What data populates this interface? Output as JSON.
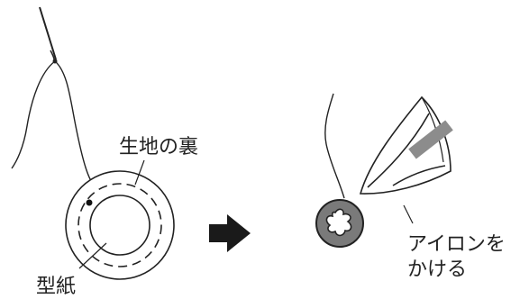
{
  "labels": {
    "fabric_back": "生地の裏",
    "pattern": "型紙",
    "iron_line1": "アイロンを",
    "iron_line2": "かける"
  },
  "icons": {
    "needle": "needle-icon",
    "arrow": "arrow-right-icon",
    "iron": "iron-icon"
  },
  "colors": {
    "line": "#222222",
    "arrow": "#1a1a1a",
    "gathered_fill": "#7a7a7a",
    "iron_accent": "#8c8c8c"
  }
}
